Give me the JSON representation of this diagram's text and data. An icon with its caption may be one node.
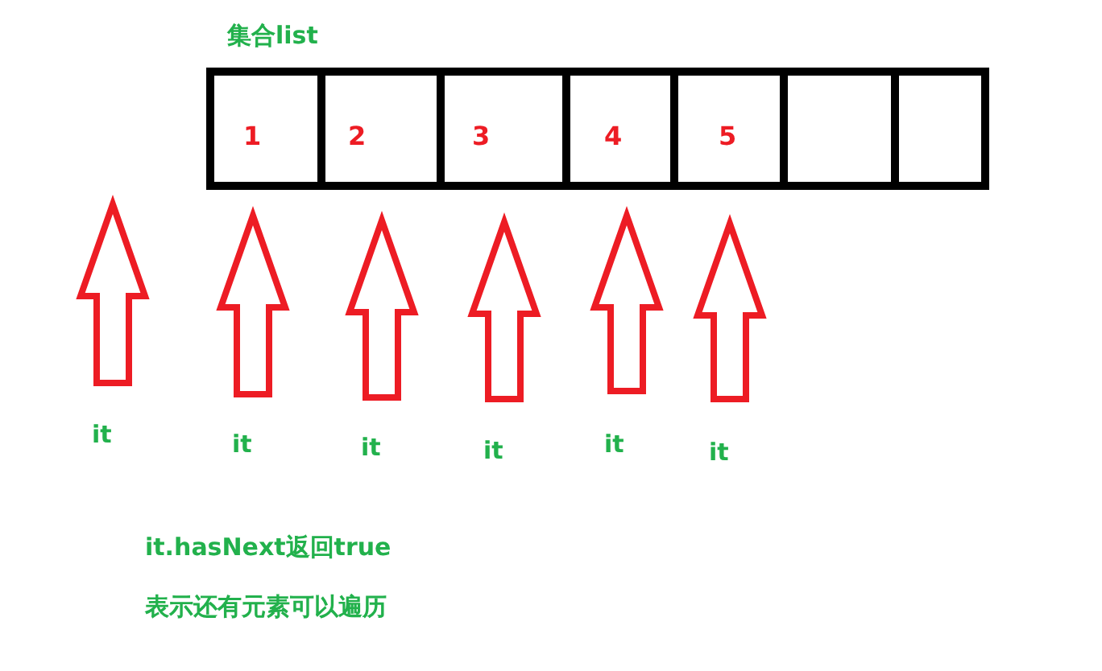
{
  "diagram": {
    "nodes": [
      {
        "text": [
          "集合list"
        ]
      },
      {
        "text": [
          "1"
        ],
        "in": 0
      },
      {
        "text": [
          "2"
        ],
        "in": 0
      },
      {
        "text": [
          "3"
        ],
        "in": 0
      },
      {
        "text": [
          "4"
        ],
        "in": 0
      },
      {
        "text": [
          "5"
        ],
        "in": 0
      },
      {
        "text": [],
        "shape": "box",
        "in": 0
      },
      {
        "text": [],
        "shape": "box",
        "in": 0
      }
    ],
    "edges": [],
    "labels": [
      "it",
      "it",
      "it",
      "it",
      "it",
      "it",
      "it.hasNext返回true",
      "表示还有元素可以遍历"
    ]
  }
}
